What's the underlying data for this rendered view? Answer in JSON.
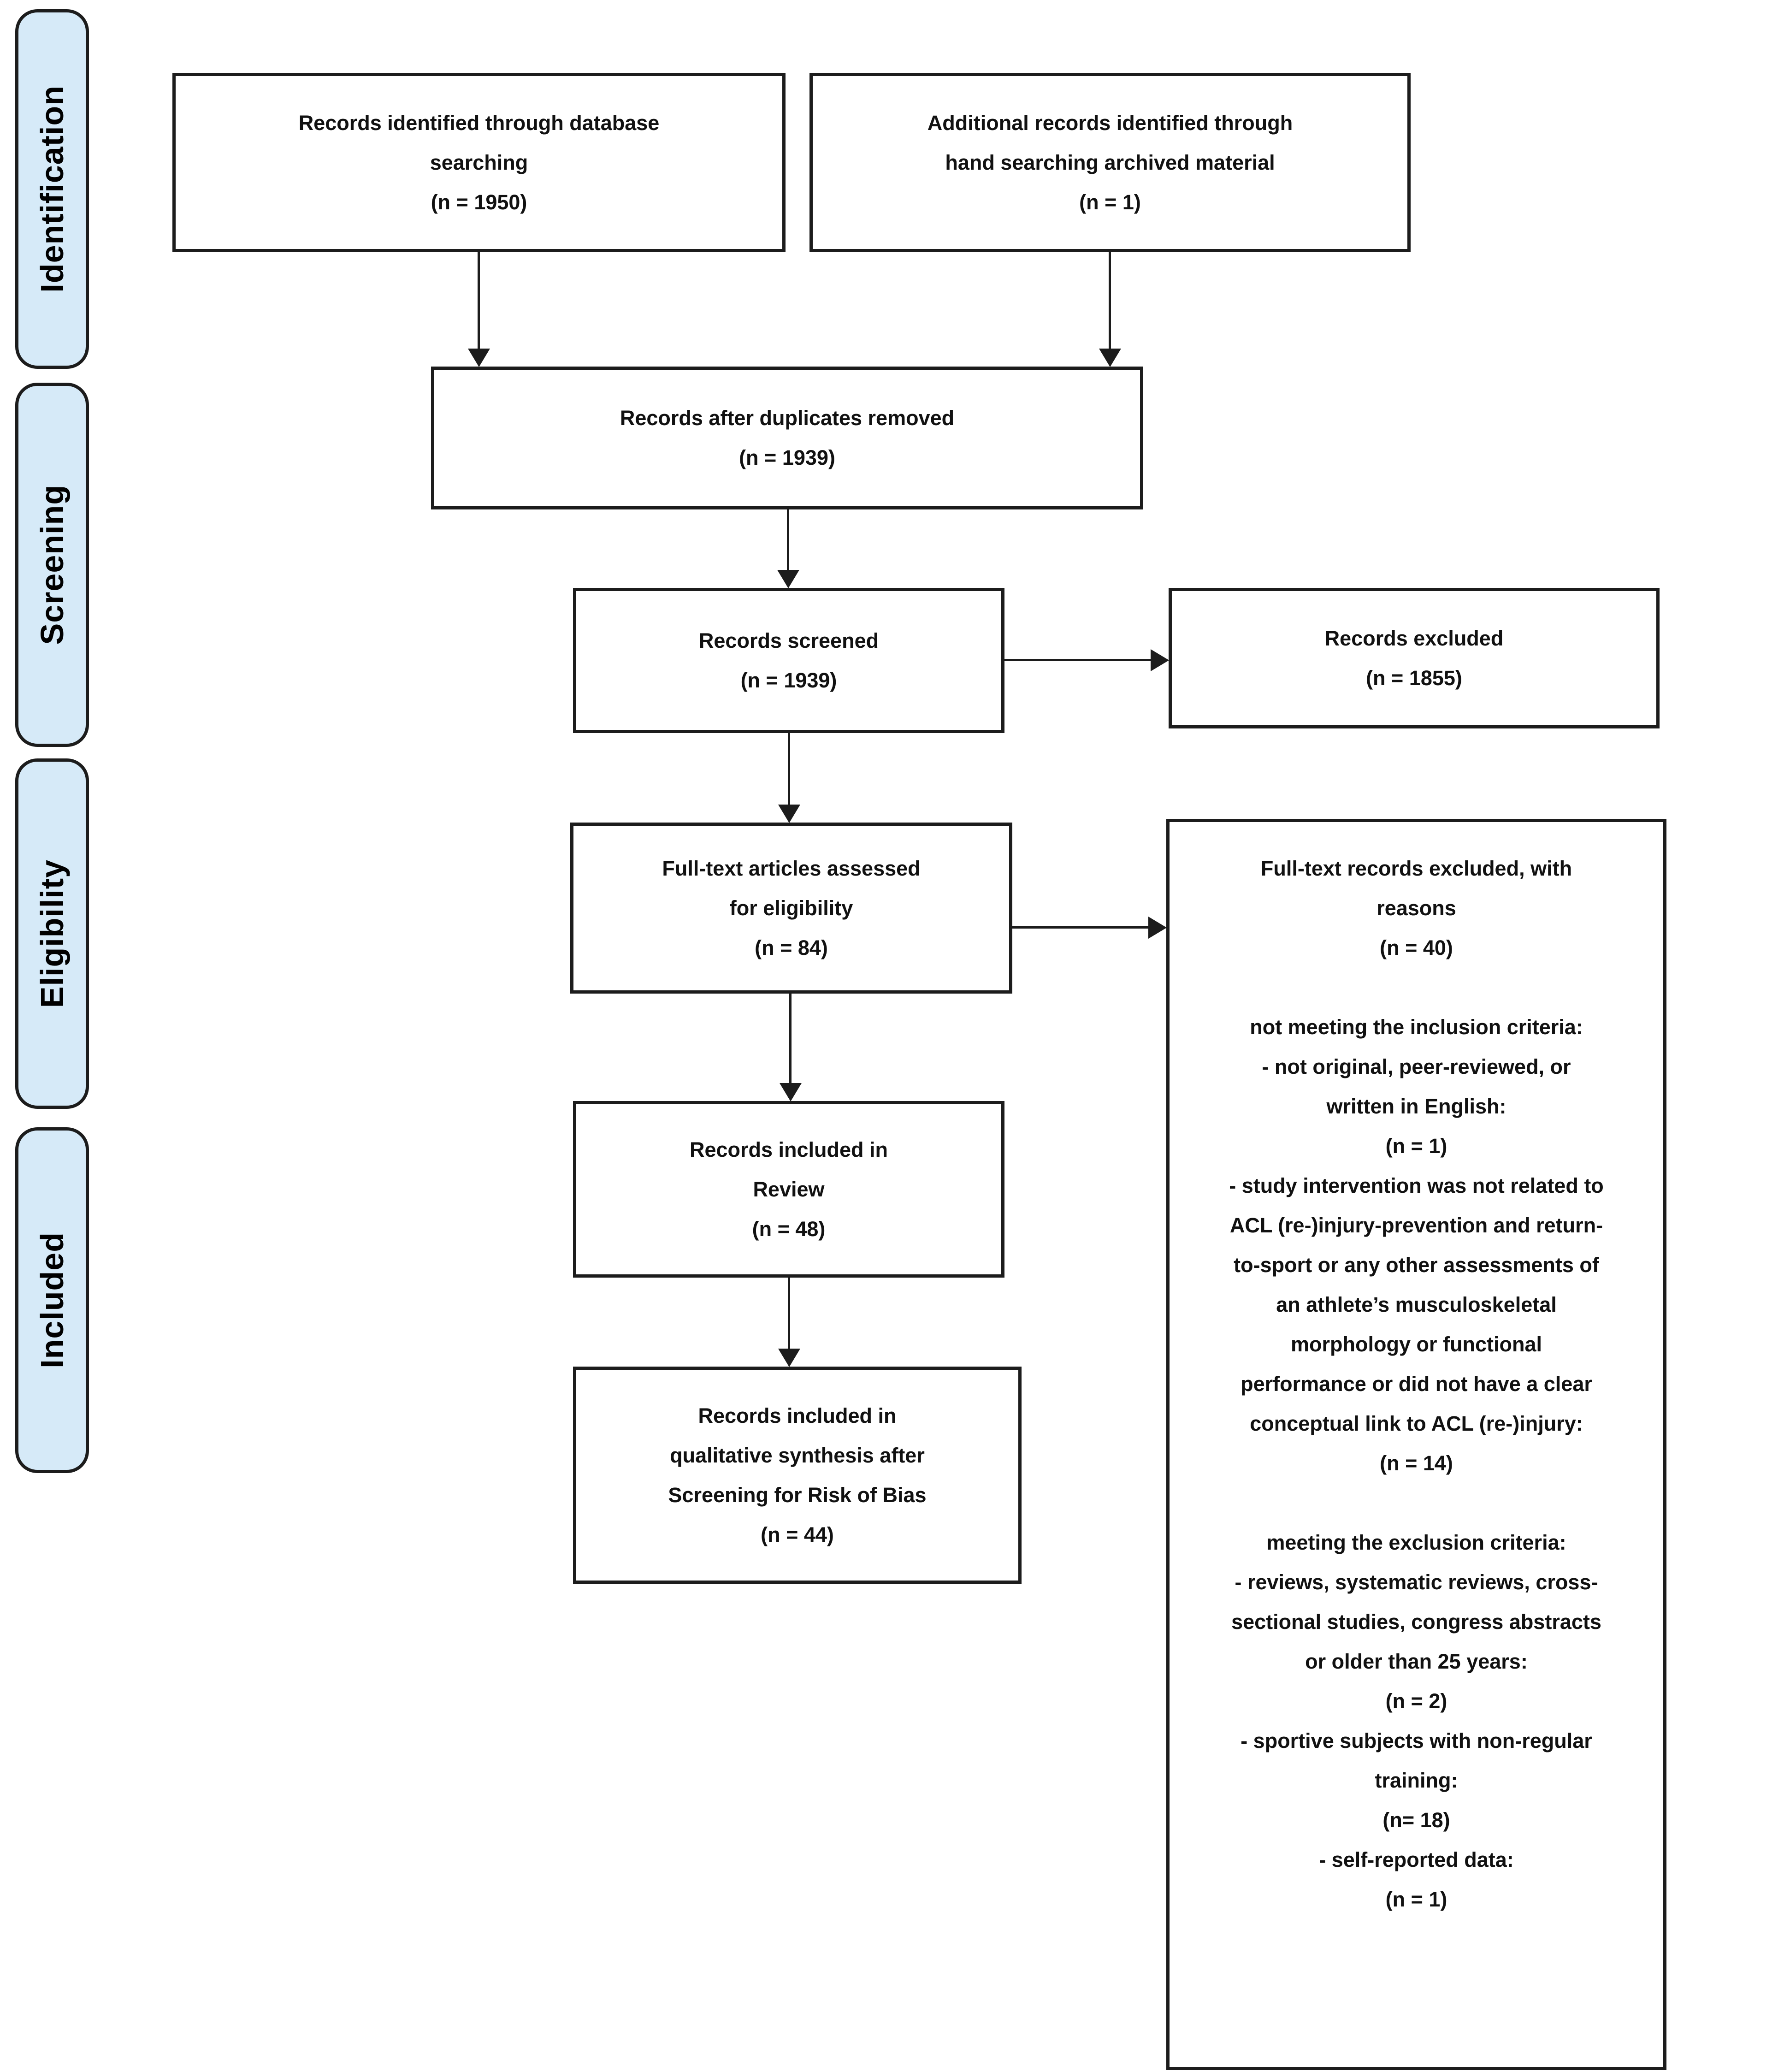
{
  "stages": [
    {
      "label": "Identification"
    },
    {
      "label": "Screening"
    },
    {
      "label": "Eligibility"
    },
    {
      "label": "Included"
    }
  ],
  "boxes": {
    "identified": "Records identified through database\nsearching\n(n = 1950)",
    "additional": "Additional records identified through\nhand searching archived material\n(n = 1)",
    "deduplicated": "Records after duplicates removed\n(n = 1939)",
    "screened": "Records screened\n(n = 1939)",
    "excluded": "Records excluded\n(n = 1855)",
    "fulltext_assessed": "Full-text articles assessed\nfor eligibility\n(n = 84)",
    "included_review": "Records included in\nReview\n(n = 48)",
    "qualitative_synthesis": "Records included in\nqualitative synthesis after\nScreening for Risk of Bias\n(n = 44)",
    "fulltext_excluded": {
      "header": "Full-text records excluded, with\nreasons\n(n = 40)",
      "inclusion_reasons": "not meeting the inclusion criteria:\n- not original, peer-reviewed, or\nwritten in English:\n(n = 1)\n- study intervention was not related to\nACL (re-)injury-prevention and return-\nto-sport or any other assessments of\nan athlete’s musculoskeletal\nmorphology or functional\nperformance or did not have a clear\nconceptual link to ACL (re-)injury:\n(n = 14)",
      "exclusion_reasons": "meeting the exclusion criteria:\n- reviews, systematic reviews, cross-\nsectional studies, congress abstracts\nor older than 25 years:\n(n = 2)\n- sportive subjects with non-regular\ntraining:\n(n= 18)\n- self-reported data:\n(n = 1)"
    }
  },
  "colors": {
    "stage_fill": "#d6eaf8",
    "line": "#1c1c1c",
    "background": "#ffffff"
  }
}
